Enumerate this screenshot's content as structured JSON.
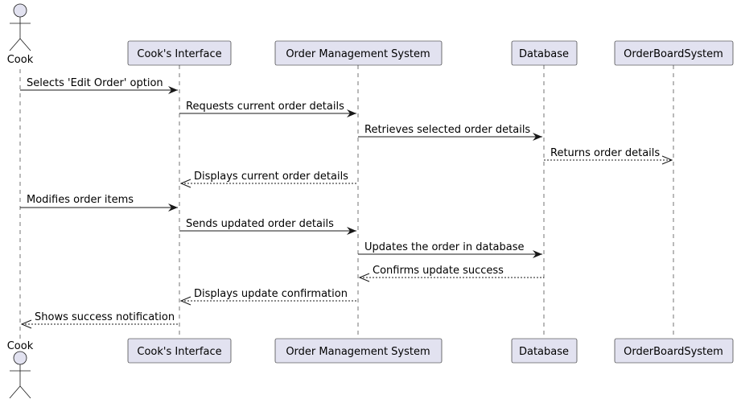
{
  "diagram": {
    "type": "sequence",
    "actor": {
      "id": "cook",
      "label": "Cook"
    },
    "participants": [
      {
        "id": "ui",
        "label": "Cook's Interface"
      },
      {
        "id": "oms",
        "label": "Order Management System"
      },
      {
        "id": "db",
        "label": "Database"
      },
      {
        "id": "obs",
        "label": "OrderBoardSystem"
      }
    ],
    "messages": [
      {
        "from": "cook",
        "to": "ui",
        "label": "Selects 'Edit Order' option",
        "style": "solid"
      },
      {
        "from": "ui",
        "to": "oms",
        "label": "Requests current order details",
        "style": "solid"
      },
      {
        "from": "oms",
        "to": "db",
        "label": "Retrieves selected order details",
        "style": "solid"
      },
      {
        "from": "db",
        "to": "obs",
        "label": "Returns order details",
        "style": "dashed"
      },
      {
        "from": "oms",
        "to": "ui",
        "label": "Displays current order details",
        "style": "dashed"
      },
      {
        "from": "cook",
        "to": "ui",
        "label": "Modifies order items",
        "style": "solid"
      },
      {
        "from": "ui",
        "to": "oms",
        "label": "Sends updated order details",
        "style": "solid"
      },
      {
        "from": "oms",
        "to": "db",
        "label": "Updates the order in database",
        "style": "solid"
      },
      {
        "from": "db",
        "to": "oms",
        "label": "Confirms update success",
        "style": "dashed"
      },
      {
        "from": "oms",
        "to": "ui",
        "label": "Displays update confirmation",
        "style": "dashed"
      },
      {
        "from": "ui",
        "to": "cook",
        "label": "Shows success notification",
        "style": "dashed"
      }
    ]
  },
  "colors": {
    "box_fill": "#E2E2F0",
    "stroke": "#181818",
    "text": "#000000"
  }
}
